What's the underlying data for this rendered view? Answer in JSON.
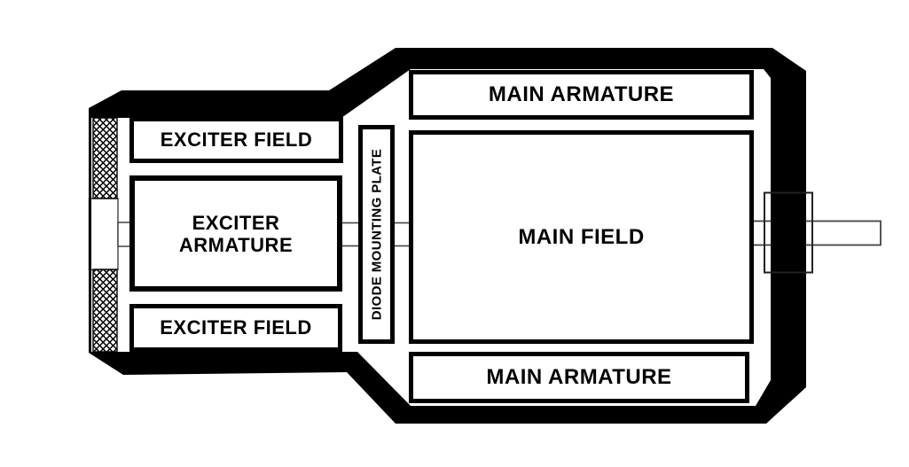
{
  "diagram": {
    "type": "brushless-generator-cross-section",
    "labels": {
      "exciter_field_top": "EXCITER FIELD",
      "exciter_armature_line1": "EXCITER",
      "exciter_armature_line2": "ARMATURE",
      "exciter_field_bottom": "EXCITER FIELD",
      "diode_mounting_plate": "DIODE MOUNTING PLATE",
      "main_armature_top": "MAIN ARMATURE",
      "main_field": "MAIN FIELD",
      "main_armature_bottom": "MAIN ARMATURE"
    },
    "colors": {
      "outline": "#000000",
      "background": "#ffffff",
      "thin_line": "#444444"
    }
  }
}
